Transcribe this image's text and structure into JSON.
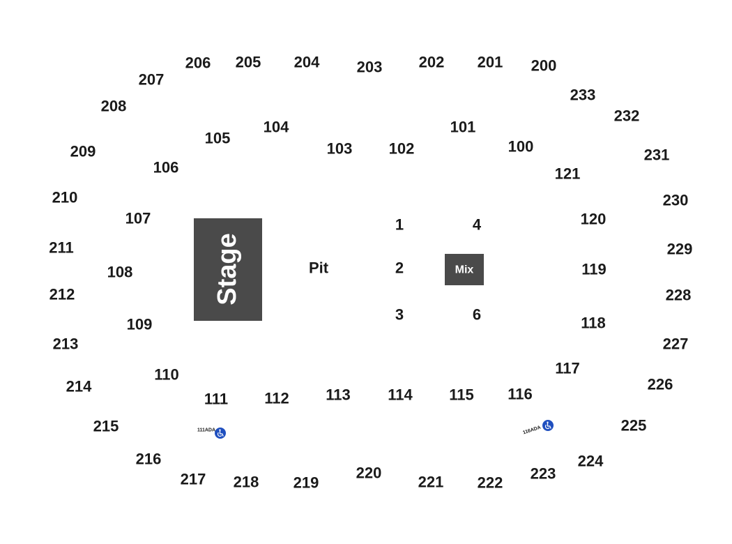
{
  "colors": {
    "background": "#ffffff",
    "label": "#1a1a1a",
    "stage_fill": "#4a4a4a",
    "mix_fill": "#4a4a4a",
    "ada_icon": "#1f4fbf"
  },
  "stage": {
    "label": "Stage"
  },
  "pit": {
    "label": "Pit"
  },
  "mix": {
    "label": "Mix"
  },
  "floor_sections": [
    "1",
    "2",
    "3",
    "4",
    "6"
  ],
  "lower_sections": [
    "100",
    "101",
    "102",
    "103",
    "104",
    "105",
    "106",
    "107",
    "108",
    "109",
    "110",
    "111",
    "112",
    "113",
    "114",
    "115",
    "116",
    "117",
    "118",
    "119",
    "120",
    "121"
  ],
  "upper_sections": [
    "200",
    "201",
    "202",
    "203",
    "204",
    "205",
    "206",
    "207",
    "208",
    "209",
    "210",
    "211",
    "212",
    "213",
    "214",
    "215",
    "216",
    "217",
    "218",
    "219",
    "220",
    "221",
    "222",
    "223",
    "224",
    "225",
    "226",
    "227",
    "228",
    "229",
    "230",
    "231",
    "232",
    "233"
  ],
  "ada": [
    {
      "label": "111ADA",
      "icon": "wheelchair-icon"
    },
    {
      "label": "116ADA",
      "icon": "wheelchair-icon"
    }
  ]
}
